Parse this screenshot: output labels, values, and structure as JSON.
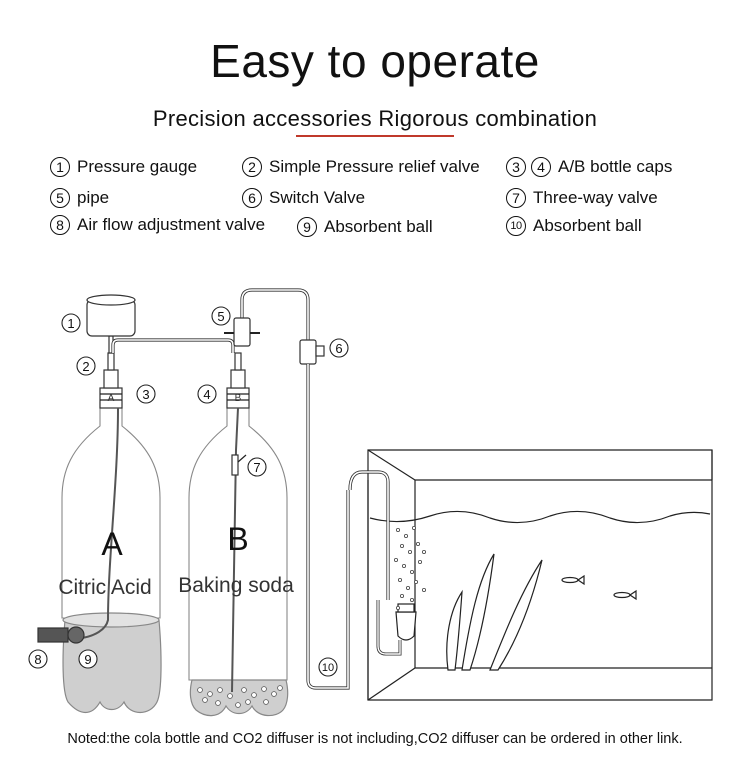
{
  "title": "Easy to operate",
  "subtitle": "Precision accessories Rigorous combination",
  "legend": [
    {
      "nums": [
        "1"
      ],
      "label": "Pressure gauge"
    },
    {
      "nums": [
        "2"
      ],
      "label": "Simple Pressure relief valve"
    },
    {
      "nums": [
        "3",
        "4"
      ],
      "label": "A/B bottle caps"
    },
    {
      "nums": [
        "5"
      ],
      "label": "pipe"
    },
    {
      "nums": [
        "6"
      ],
      "label": "Switch Valve"
    },
    {
      "nums": [
        "7"
      ],
      "label": "Three-way valve"
    },
    {
      "nums": [
        "8"
      ],
      "label": "Air flow adjustment valve"
    },
    {
      "nums": [
        "9"
      ],
      "label": "Absorbent ball"
    },
    {
      "nums": [
        "10"
      ],
      "label": "Absorbent ball"
    }
  ],
  "diagram": {
    "bottle_a": {
      "letter": "A",
      "cap_label": "A",
      "contents": "Citric Acid"
    },
    "bottle_b": {
      "letter": "B",
      "cap_label": "B",
      "contents": "Baking soda"
    },
    "callouts": [
      "1",
      "2",
      "3",
      "4",
      "5",
      "6",
      "7",
      "8",
      "9",
      "10"
    ]
  },
  "note": "Noted:the cola bottle and CO2 diffuser is not including,CO2 diffuser can be ordered in other link."
}
